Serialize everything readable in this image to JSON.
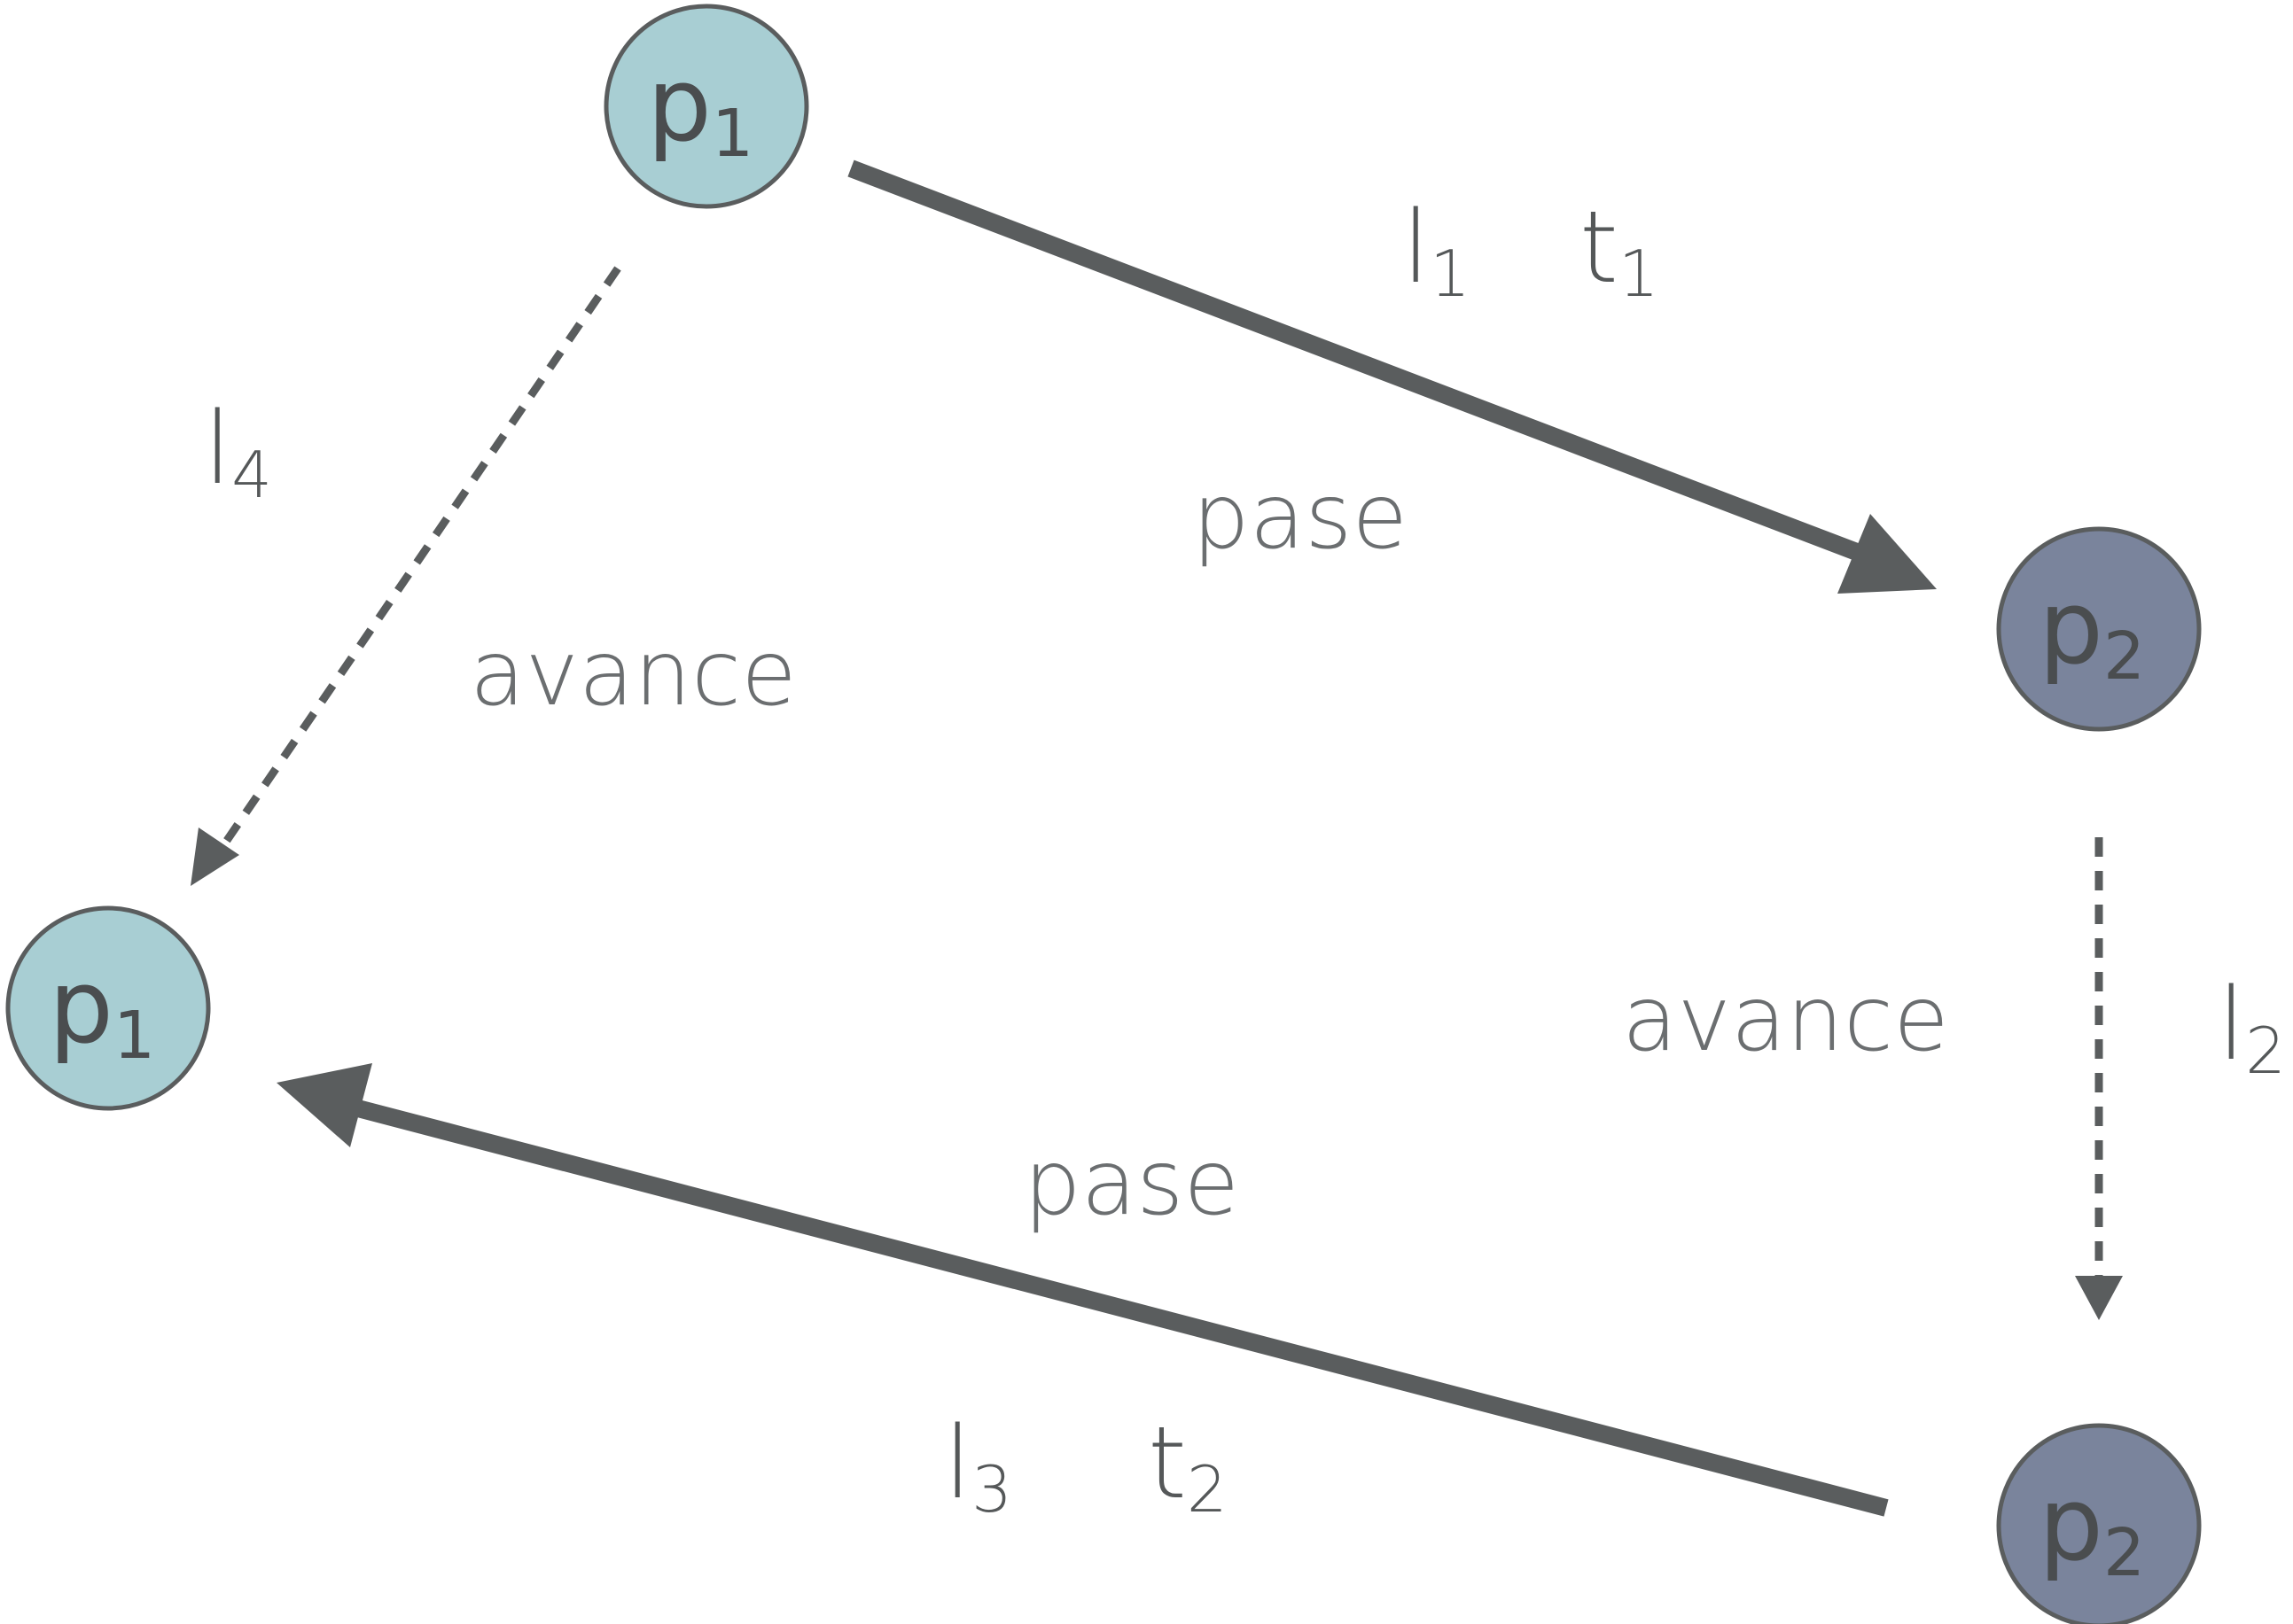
{
  "nodes": [
    {
      "id": "top-p1",
      "label": "p",
      "sub": "1",
      "tone": "light"
    },
    {
      "id": "right-p2",
      "label": "p",
      "sub": "2",
      "tone": "dark"
    },
    {
      "id": "left-p1",
      "label": "p",
      "sub": "1",
      "tone": "light"
    },
    {
      "id": "bottom-p2",
      "label": "p",
      "sub": "2",
      "tone": "dark"
    }
  ],
  "edges": {
    "top_to_right": {
      "action": "pase",
      "level": "l",
      "level_sub": "1",
      "time": "t",
      "time_sub": "1",
      "style": "solid"
    },
    "right_down": {
      "action": "avance",
      "level": "l",
      "level_sub": "2",
      "style": "dashed"
    },
    "bottom_to_left": {
      "action": "pase",
      "level": "l",
      "level_sub": "3",
      "time": "t",
      "time_sub": "2",
      "style": "solid"
    },
    "top_to_left": {
      "action": "avance",
      "level": "l",
      "level_sub": "4",
      "style": "dashed"
    }
  },
  "colors": {
    "light_node": "#a8ced3",
    "dark_node": "#7a849c",
    "edge": "#5a5d5e",
    "text": "#555859"
  }
}
